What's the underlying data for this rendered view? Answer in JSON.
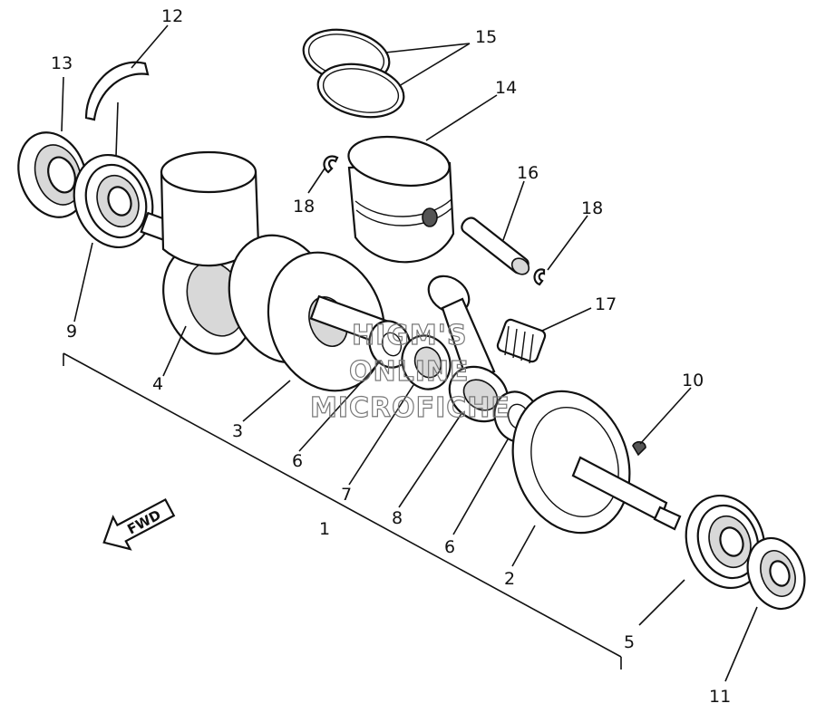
{
  "diagram": {
    "callouts": {
      "p1": "1",
      "p2": "2",
      "p3": "3",
      "p4": "4",
      "p5": "5",
      "p6a": "6",
      "p6b": "6",
      "p7": "7",
      "p8": "8",
      "p9": "9",
      "p10": "10",
      "p11": "11",
      "p12": "12",
      "p13": "13",
      "p14": "14",
      "p15": "15",
      "p16": "16",
      "p17": "17",
      "p18a": "18",
      "p18b": "18"
    },
    "direction_arrow": "FWD",
    "watermark": [
      "HIGM'S",
      "ONLINE",
      "MICROFICHE"
    ]
  }
}
